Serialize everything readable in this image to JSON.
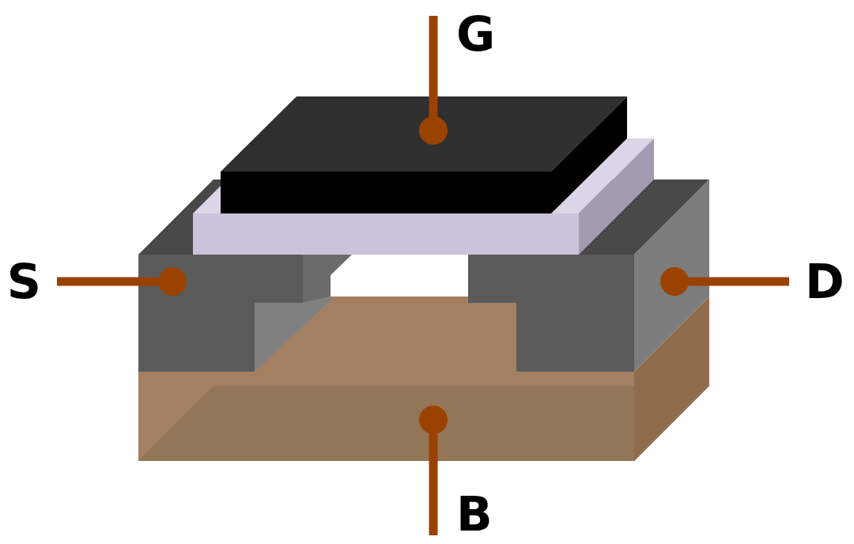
{
  "diagram": {
    "labels": [
      "G",
      "S",
      "D",
      "B"
    ]
  }
}
